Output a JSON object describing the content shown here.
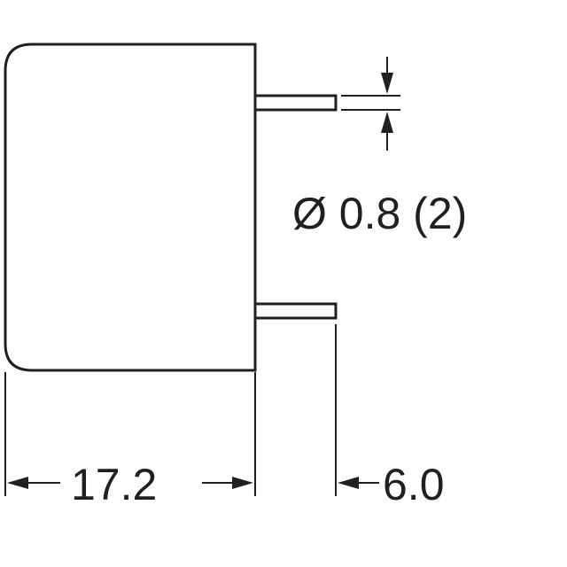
{
  "diagram": {
    "pin_diameter_label": "Ø 0.8 (2)",
    "body_width_label": "17.2",
    "pin_length_label": "6.0"
  },
  "colors": {
    "ink": "#231f20",
    "background": "#ffffff"
  }
}
